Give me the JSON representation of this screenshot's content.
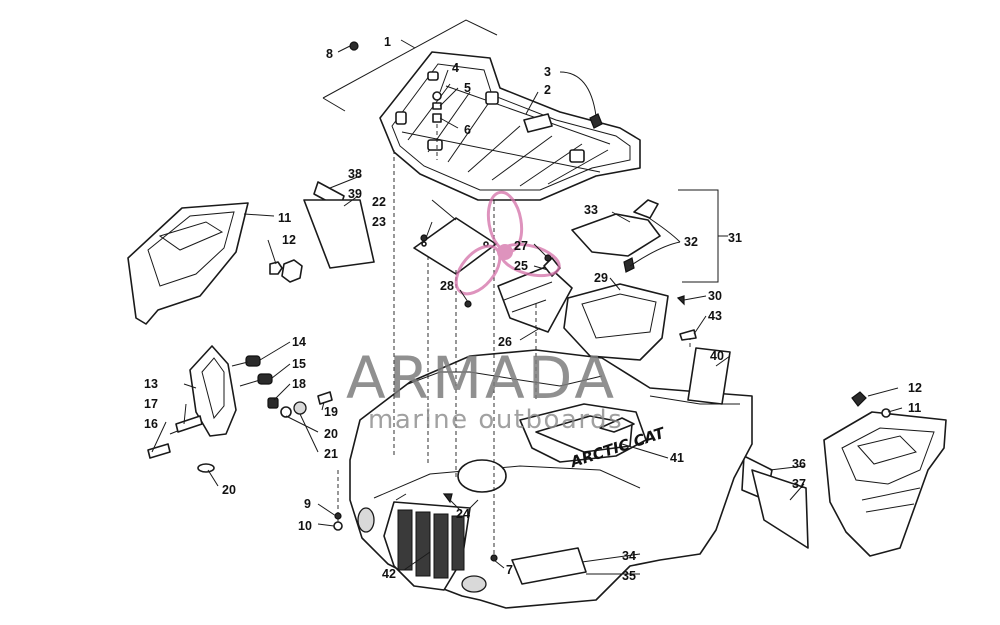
{
  "watermark": {
    "title": "ARMADA",
    "subtitle": "marine outboards",
    "accent_color": "#d46fa8",
    "text_color": "#7d7d7d"
  },
  "decal_text": "ARCTIC CAT",
  "callouts": [
    {
      "id": "c1",
      "text": "1"
    },
    {
      "id": "c2",
      "text": "2"
    },
    {
      "id": "c3",
      "text": "3"
    },
    {
      "id": "c4",
      "text": "4"
    },
    {
      "id": "c5",
      "text": "5"
    },
    {
      "id": "c6",
      "text": "6"
    },
    {
      "id": "c7",
      "text": "7"
    },
    {
      "id": "c8",
      "text": "8"
    },
    {
      "id": "c9",
      "text": "9"
    },
    {
      "id": "c10",
      "text": "10"
    },
    {
      "id": "c11a",
      "text": "11"
    },
    {
      "id": "c11b",
      "text": "11"
    },
    {
      "id": "c12a",
      "text": "12"
    },
    {
      "id": "c12b",
      "text": "12"
    },
    {
      "id": "c13",
      "text": "13"
    },
    {
      "id": "c14",
      "text": "14"
    },
    {
      "id": "c15",
      "text": "15"
    },
    {
      "id": "c16",
      "text": "16"
    },
    {
      "id": "c17",
      "text": "17"
    },
    {
      "id": "c18",
      "text": "18"
    },
    {
      "id": "c19",
      "text": "19"
    },
    {
      "id": "c20a",
      "text": "20"
    },
    {
      "id": "c20b",
      "text": "20"
    },
    {
      "id": "c21",
      "text": "21"
    },
    {
      "id": "c22",
      "text": "22"
    },
    {
      "id": "c23",
      "text": "23"
    },
    {
      "id": "c24",
      "text": "24"
    },
    {
      "id": "c25",
      "text": "25"
    },
    {
      "id": "c26",
      "text": "26"
    },
    {
      "id": "c27",
      "text": "27"
    },
    {
      "id": "c28",
      "text": "28"
    },
    {
      "id": "c29",
      "text": "29"
    },
    {
      "id": "c30",
      "text": "30"
    },
    {
      "id": "c31",
      "text": "31"
    },
    {
      "id": "c32",
      "text": "32"
    },
    {
      "id": "c33",
      "text": "33"
    },
    {
      "id": "c34",
      "text": "34"
    },
    {
      "id": "c35",
      "text": "35"
    },
    {
      "id": "c36",
      "text": "36"
    },
    {
      "id": "c37",
      "text": "37"
    },
    {
      "id": "c38",
      "text": "38"
    },
    {
      "id": "c39",
      "text": "39"
    },
    {
      "id": "c40",
      "text": "40"
    },
    {
      "id": "c41",
      "text": "41"
    },
    {
      "id": "c42",
      "text": "42"
    },
    {
      "id": "c43",
      "text": "43"
    }
  ]
}
